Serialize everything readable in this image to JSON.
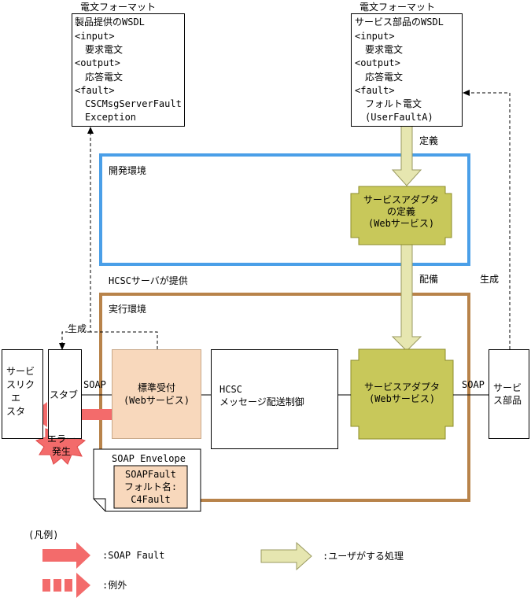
{
  "wsdl_left": {
    "caption": "電文フォーマット",
    "lines": [
      "製品提供のWSDL",
      "<input>",
      "要求電文",
      "<output>",
      "応答電文",
      "<fault>",
      "CSCMsgServerFault",
      "Exception"
    ]
  },
  "wsdl_right": {
    "caption": "電文フォーマット",
    "lines": [
      "サービス部品のWSDL",
      "<input>",
      "要求電文",
      "<output>",
      "応答電文",
      "<fault>",
      "フォルト電文",
      "(UserFaultA)"
    ]
  },
  "labels": {
    "define": "定義",
    "deploy": "配備",
    "generate_right": "生成",
    "generate_left": "生成",
    "dev_env": "開発環境",
    "hcsc_provides": "HCSCサーバが提供",
    "runtime_env": "実行環境",
    "soap_left": "SOAP",
    "soap_right": "SOAP"
  },
  "nodes": {
    "adapter_def": [
      "サービスアダプタ",
      "の定義",
      "(Webサービス)"
    ],
    "adapter_rt": [
      "サービスアダプタ",
      "(Webサービス)"
    ],
    "standard_reception": [
      "標準受付",
      "(Webサービス)"
    ],
    "hcsc_routing": [
      "HCSC",
      "メッセージ配送制御"
    ],
    "service_requester": [
      "サービ",
      "スリク",
      "エ",
      "スタ"
    ],
    "stub": "スタブ",
    "service_component": [
      "サービ",
      "ス部品"
    ],
    "error_burst": [
      "エラー",
      "発生"
    ]
  },
  "envelope": {
    "title": "SOAP Envelope",
    "lines": [
      "SOAPFault",
      "フォルト名:",
      "C4Fault"
    ]
  },
  "legend": {
    "title": "(凡例)",
    "soap_fault": ":SOAP Fault",
    "exception": ":例外",
    "user_process": ":ユーザがする処理"
  },
  "colors": {
    "dev_env_border": "#4a9fe8",
    "runtime_env_border": "#b8834a",
    "adapter_fill": "#c8c85a",
    "reception_fill": "#f8d8bc",
    "red_arrow": "#f36b6b",
    "user_arrow": "#e6e6b0"
  }
}
